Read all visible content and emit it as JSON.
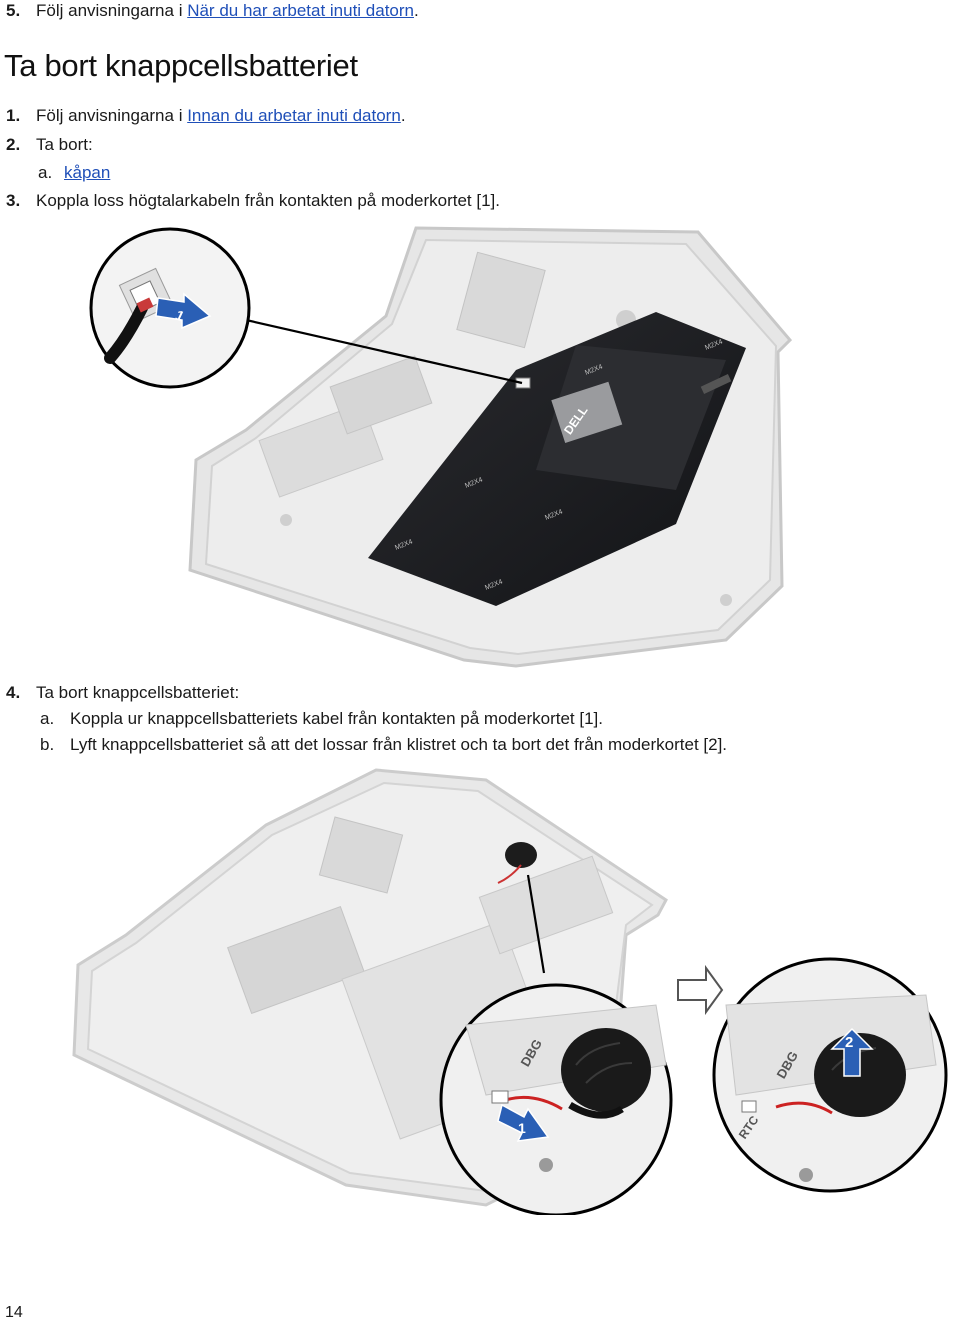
{
  "prev_step": {
    "number": "5.",
    "text": "Följ anvisningarna i ",
    "link": "När du har arbetat inuti datorn",
    "suffix": "."
  },
  "section_title": "Ta bort knappcellsbatteriet",
  "steps": [
    {
      "number": "1.",
      "text": "Följ anvisningarna i ",
      "link": "Innan du arbetar inuti datorn",
      "suffix": "."
    },
    {
      "number": "2.",
      "text": "Ta bort:"
    },
    {
      "sub": "a.",
      "link": "kåpan"
    },
    {
      "number": "3.",
      "text": "Koppla loss högtalarkabeln från kontakten på moderkortet [1]."
    },
    {
      "number": "4.",
      "text": "Ta bort knappcellsbatteriet:"
    },
    {
      "sub": "a.",
      "text": "Koppla ur knappcellsbatteriets kabel från kontakten på moderkortet [1]."
    },
    {
      "sub": "b.",
      "text": "Lyft knappcellsbatteriet så att det lossar från klistret och ta bort det från moderkortet [2]."
    }
  ],
  "figure1": {
    "callout": "1",
    "battery_brand": "DELL",
    "labels": [
      "M2X4",
      "M2X4",
      "M2X4",
      "M2X4",
      "M2X4",
      "M2X4"
    ]
  },
  "figure2": {
    "callout1": "1",
    "callout2": "2",
    "board_labels": [
      "DBG",
      "RTC",
      "DBG"
    ]
  },
  "page_number": "14",
  "colors": {
    "link": "#1f4fb8",
    "callout_blue": "#2a5fb5",
    "battery": "#1c1d20",
    "chassis": "#d8d8d8"
  }
}
